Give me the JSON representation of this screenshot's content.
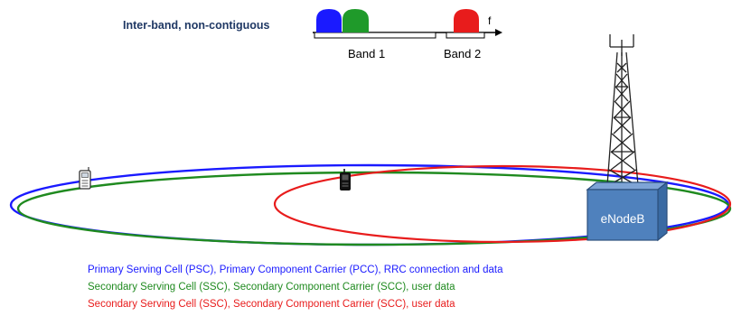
{
  "diagram": {
    "title": "Inter-band, non-contiguous",
    "freq_symbol": "f",
    "band1_label": "Band 1",
    "band2_label": "Band 2",
    "enodeb_label": "eNodeB"
  },
  "legend": {
    "items": [
      {
        "text": "Primary Serving Cell (PSC), Primary Component Carrier (PCC), RRC connection and data",
        "color": "#1a1aff"
      },
      {
        "text": "Secondary Serving Cell (SSC), Secondary Component Carrier (SCC), user data",
        "color": "#1f8a1f"
      },
      {
        "text": "Secondary Serving Cell (SSC), Secondary Component Carrier (SCC), user data",
        "color": "#e81c1c"
      }
    ]
  },
  "colors": {
    "pcc": "#1a1aff",
    "scc_green": "#1f8a1f",
    "scc_red": "#e81c1c",
    "enodeb_fill": "#4f81bd",
    "title": "#1f3864"
  }
}
